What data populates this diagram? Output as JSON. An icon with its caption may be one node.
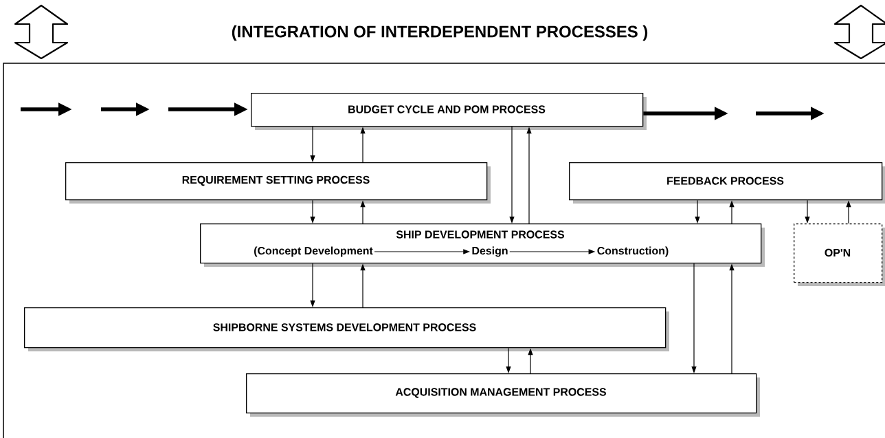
{
  "diagram": {
    "title": "(INTEGRATION OF INTERDEPENDENT PROCESSES )",
    "nodes": [
      {
        "text": [
          "BUDGET CYCLE AND POM PROCESS"
        ]
      },
      {
        "text": [
          "REQUIREMENT SETTING PROCESS"
        ]
      },
      {
        "text": [
          "FEEDBACK PROCESS"
        ]
      },
      {
        "text": [
          "SHIP DEVELOPMENT PROCESS"
        ]
      },
      {
        "text": [
          "(Concept Development"
        ],
        "in": 3
      },
      {
        "text": [
          "Design"
        ],
        "in": 3
      },
      {
        "text": [
          "Construction)"
        ],
        "in": 3
      },
      {
        "text": [
          "OP'N"
        ]
      },
      {
        "text": [
          "SHIPBORNE SYSTEMS DEVELOPMENT PROCESS"
        ]
      },
      {
        "text": [
          "ACQUISITION MANAGEMENT PROCESS"
        ]
      }
    ],
    "edges": [
      {
        "from": null,
        "to": 0,
        "arrow": "to",
        "style": "thick"
      },
      {
        "from": 0,
        "to": null,
        "arrow": "to",
        "style": "thick"
      },
      {
        "from": 0,
        "to": 1,
        "arrow": "to"
      },
      {
        "from": 1,
        "to": 0,
        "arrow": "to"
      },
      {
        "from": 0,
        "to": 3,
        "arrow": "to"
      },
      {
        "from": 3,
        "to": 0,
        "arrow": "to"
      },
      {
        "from": 1,
        "to": 3,
        "arrow": "to"
      },
      {
        "from": 3,
        "to": 1,
        "arrow": "to"
      },
      {
        "from": 2,
        "to": 3,
        "arrow": "to"
      },
      {
        "from": 3,
        "to": 2,
        "arrow": "to"
      },
      {
        "from": 2,
        "to": 7,
        "arrow": "to"
      },
      {
        "from": 7,
        "to": 2,
        "arrow": "to"
      },
      {
        "from": 3,
        "to": 8,
        "arrow": "to"
      },
      {
        "from": 8,
        "to": 3,
        "arrow": "to"
      },
      {
        "from": 8,
        "to": 9,
        "arrow": "to"
      },
      {
        "from": 9,
        "to": 8,
        "arrow": "to"
      },
      {
        "from": 3,
        "to": 9,
        "arrow": "to"
      },
      {
        "from": 9,
        "to": 3,
        "arrow": "to"
      },
      {
        "from": 4,
        "to": 5,
        "arrow": "to"
      },
      {
        "from": 5,
        "to": 6,
        "arrow": "to"
      }
    ]
  }
}
